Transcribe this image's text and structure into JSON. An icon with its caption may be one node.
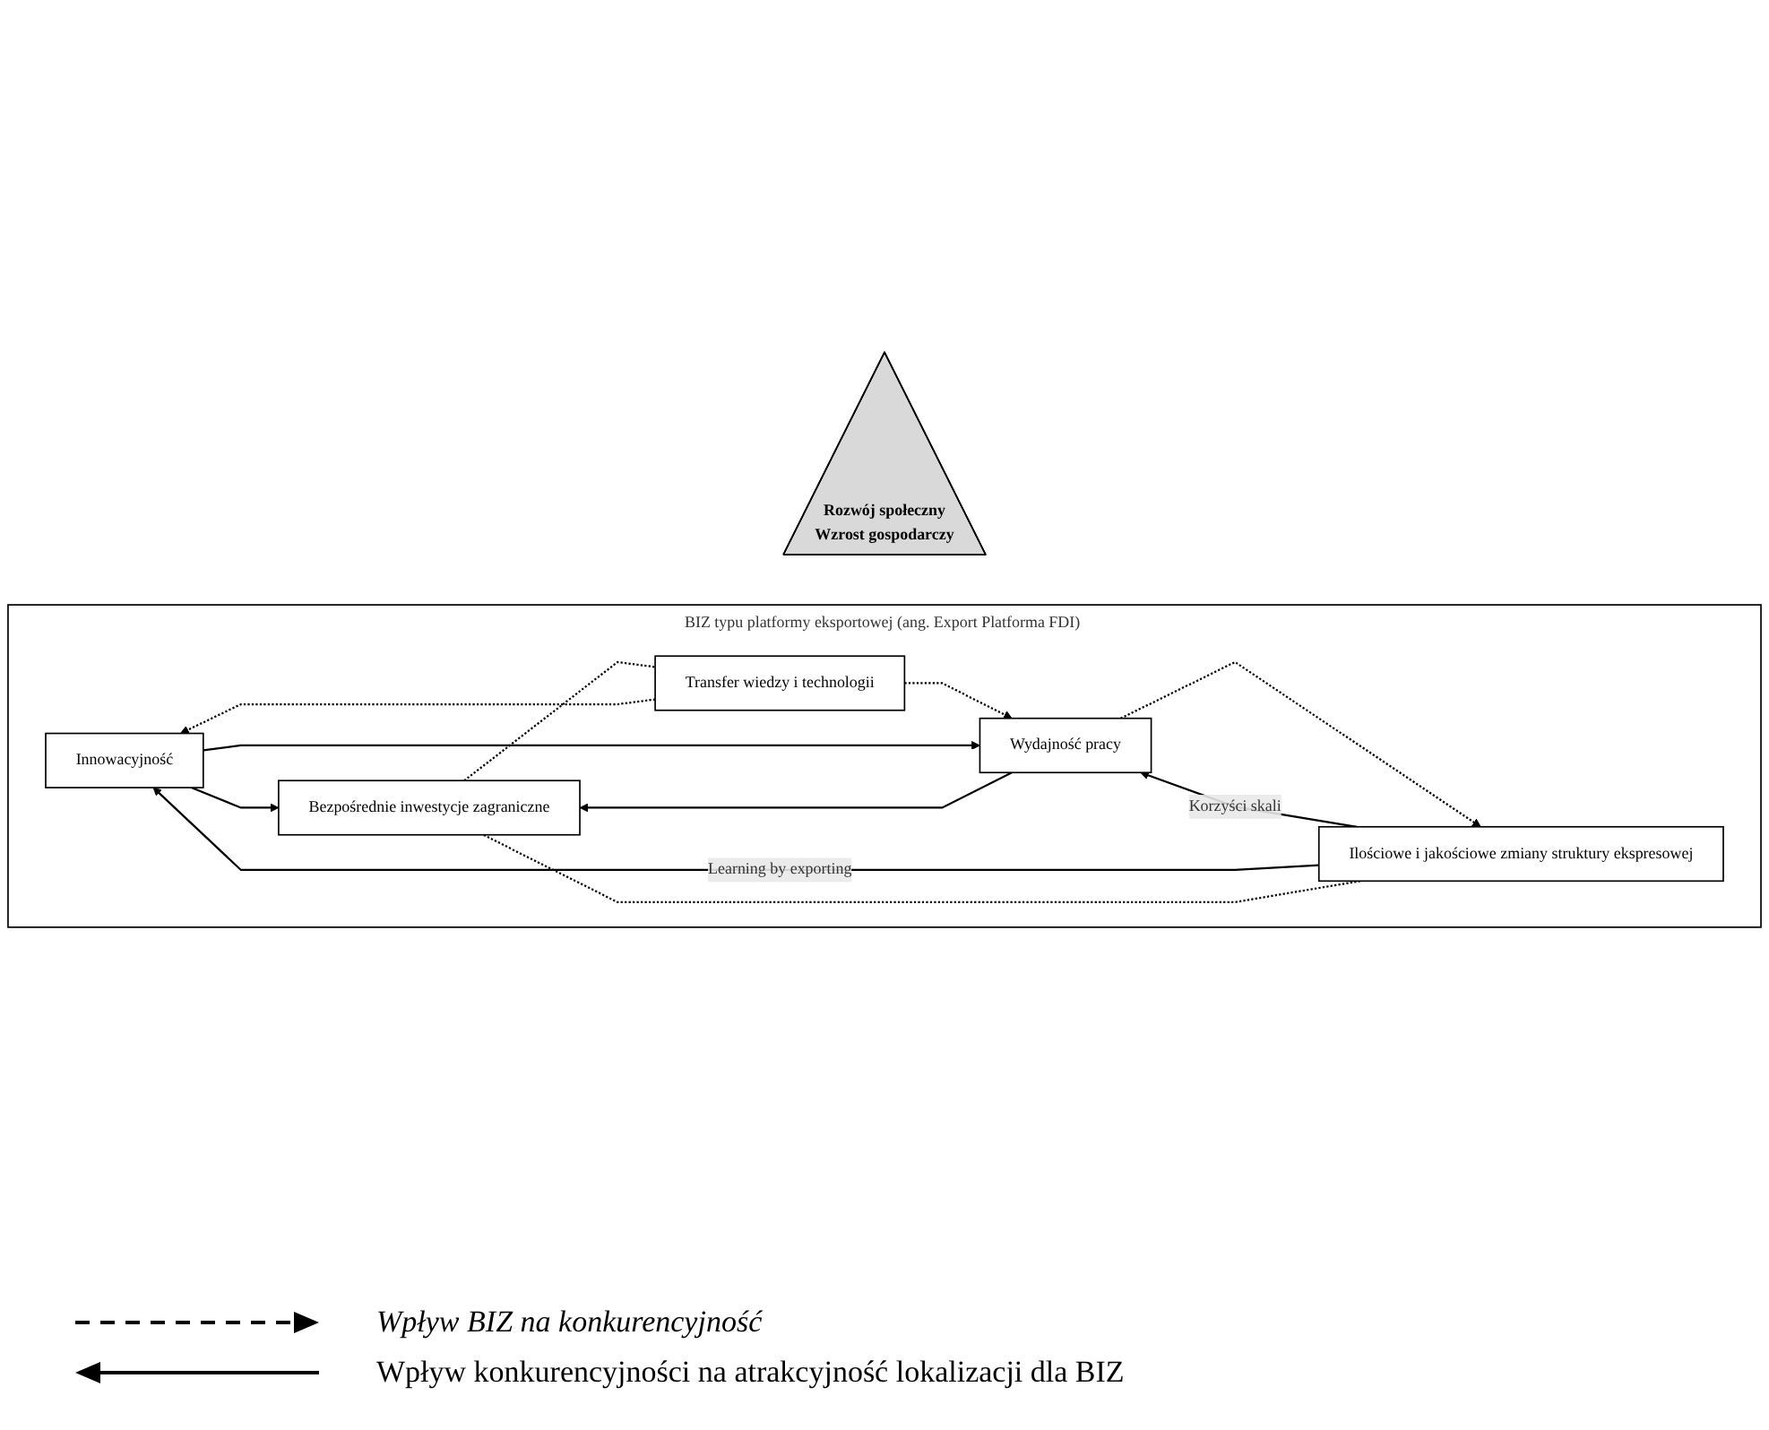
{
  "diagram": {
    "nodes": [
      {
        "text": [
          "Rozwój społeczny",
          "Wzrost gospodarczy"
        ]
      },
      {
        "text": [
          "BIZ typu platformy eksportowej (ang. Export Platforma FDI)"
        ]
      },
      {
        "text": [
          "Innowacyjność"
        ],
        "in": 1
      },
      {
        "text": [
          "Bezpośrednie inwestycje zagraniczne"
        ],
        "in": 1
      },
      {
        "text": [
          "Transfer wiedzy i technologii"
        ],
        "in": 1
      },
      {
        "text": [
          "Ilościowe i jakościowe zmiany struktury ekspresowej"
        ],
        "in": 1
      },
      {
        "text": [
          "Wydajność pracy"
        ],
        "in": 1
      }
    ],
    "edges": [
      {
        "from": 2,
        "to": 3,
        "arrow": "to"
      },
      {
        "from": 4,
        "to": 2,
        "arrow": "to",
        "style": "dashed"
      },
      {
        "from": 3,
        "to": 4,
        "arrow": "none",
        "style": "dashed"
      },
      {
        "from": 4,
        "to": 6,
        "arrow": "to",
        "style": "dashed"
      },
      {
        "from": 2,
        "to": 6,
        "arrow": "to"
      },
      {
        "from": 6,
        "to": 3,
        "arrow": "to"
      },
      {
        "from": 6,
        "to": 5,
        "arrow": "to",
        "style": "dashed"
      },
      {
        "from": 5,
        "to": 6,
        "arrow": "to",
        "label": "Korzyści skali"
      },
      {
        "from": 5,
        "to": 2,
        "arrow": "to",
        "label": "Learning by exporting"
      },
      {
        "from": 5,
        "to": 3,
        "arrow": "none",
        "style": "dashed"
      }
    ],
    "legend": [
      {
        "text": "Wpływ BIZ na konkurencyjność"
      },
      {
        "text": "Wpływ konkurencyjności na atrakcyjność lokalizacji dla BIZ"
      }
    ]
  }
}
